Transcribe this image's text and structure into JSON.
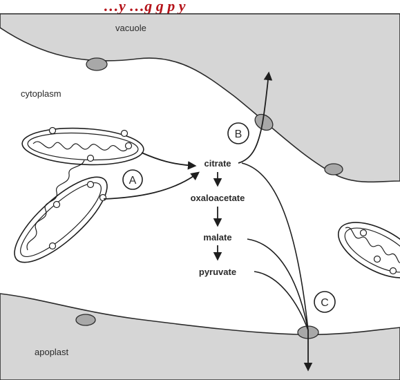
{
  "header": {
    "title_fragment": "…y          …g  g p    y"
  },
  "regions": {
    "vacuole": "vacuole",
    "cytoplasm": "cytoplasm",
    "apoplast": "apoplast"
  },
  "metabolites": {
    "citrate": "citrate",
    "oxaloacetate": "oxaloacetate",
    "malate": "malate",
    "pyruvate": "pyruvate"
  },
  "markers": {
    "a": "A",
    "b": "B",
    "c": "C"
  },
  "colors": {
    "membrane_fill": "#d6d6d6",
    "transporter_fill": "#a8a8a8",
    "title_red": "#b5141a"
  }
}
